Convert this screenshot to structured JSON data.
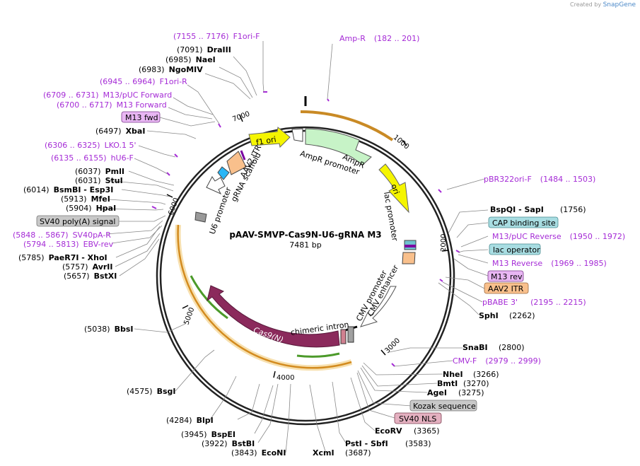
{
  "credit": {
    "prefix": "Created by",
    "brand": "SnapGene"
  },
  "plasmid": {
    "name": "pAAV-SMVP-Cas9N-U6-gRNA M3",
    "size": "7481 bp"
  },
  "ticks": [
    "1000",
    "2000",
    "3000",
    "4000",
    "5000",
    "6000",
    "7000"
  ],
  "features": {
    "f1_ori": "f1 ori",
    "ampr": "AmpR",
    "ampr_promoter": "AmpR promoter",
    "ori": "ori",
    "lac_promoter": "lac promoter",
    "aav2_itr": "AAV2 ITR",
    "grna_scaffold": "gRNA scaffold",
    "u6_promoter": "U6 promoter",
    "cmv_promoter": "CMV promoter",
    "cmv_enhancer": "CMV enhancer",
    "chimeric_intron": "chimeric intron",
    "cas9n": "Cas9(N)"
  },
  "labels": {
    "f1ori_f": {
      "range": "(7155 .. 7176)",
      "name": "F1ori-F"
    },
    "draiii": {
      "pos": "(7091)",
      "name": "DraIII"
    },
    "naei": {
      "pos": "(6985)",
      "name": "NaeI"
    },
    "ngomiv": {
      "pos": "(6983)",
      "name": "NgoMIV"
    },
    "f1ori_r": {
      "range": "(6945 .. 6964)",
      "name": "F1ori-R"
    },
    "m13puc_fwd": {
      "range": "(6709 .. 6731)",
      "name": "M13/pUC Forward"
    },
    "m13_fwd": {
      "range": "(6700 .. 6717)",
      "name": "M13 Forward"
    },
    "m13_fwd_box": "M13 fwd",
    "xbai": {
      "pos": "(6497)",
      "name": "XbaI"
    },
    "lko1": {
      "range": "(6306 .. 6325)",
      "name": "LKO.1 5'"
    },
    "hu6f": {
      "range": "(6135 .. 6155)",
      "name": "hU6-F"
    },
    "pmli": {
      "pos": "(6037)",
      "name": "PmlI"
    },
    "stui": {
      "pos": "(6031)",
      "name": "StuI"
    },
    "bsmbi": {
      "pos": "(6014)",
      "name": "BsmBI  - Esp3I"
    },
    "mfei": {
      "pos": "(5913)",
      "name": "MfeI"
    },
    "hpai": {
      "pos": "(5904)",
      "name": "HpaI"
    },
    "sv40_polya_box": "SV40 poly(A) signal",
    "sv40pa_r": {
      "range": "(5848 .. 5867)",
      "name": "SV40pA-R"
    },
    "ebv_rev": {
      "range": "(5794 .. 5813)",
      "name": "EBV-rev"
    },
    "paer7i": {
      "pos": "(5785)",
      "name": "PaeR7I  - XhoI"
    },
    "avrii": {
      "pos": "(5757)",
      "name": "AvrII"
    },
    "bstxi": {
      "pos": "(5657)",
      "name": "BstXI"
    },
    "bbsi": {
      "pos": "(5038)",
      "name": "BbsI"
    },
    "bsgi": {
      "pos": "(4575)",
      "name": "BsgI"
    },
    "blpi": {
      "pos": "(4284)",
      "name": "BlpI"
    },
    "bspei": {
      "pos": "(3945)",
      "name": "BspEI"
    },
    "bstbi": {
      "pos": "(3922)",
      "name": "BstBI"
    },
    "econi": {
      "pos": "(3843)",
      "name": "EcoNI"
    },
    "xcmi": {
      "pos": "(3687)",
      "name": "XcmI"
    },
    "psti": {
      "pos": "(3583)",
      "name": "PstI  - SbfI"
    },
    "ecorv": {
      "pos": "(3365)",
      "name": "EcoRV"
    },
    "sv40_nls_box": "SV40 NLS",
    "kozak_box": "Kozak sequence",
    "agei": {
      "pos": "(3275)",
      "name": "AgeI"
    },
    "bmti": {
      "pos": "(3270)",
      "name": "BmtI"
    },
    "nhei": {
      "pos": "(3266)",
      "name": "NheI"
    },
    "cmvf": {
      "name": "CMV-F",
      "range": "(2979 .. 2999)"
    },
    "snabi": {
      "pos": "(2800)",
      "name": "SnaBI"
    },
    "sphi": {
      "pos": "(2262)",
      "name": "SphI"
    },
    "pbabe3": {
      "name": "pBABE 3'",
      "range": "(2195 .. 2215)"
    },
    "aav2_itr_box": "AAV2 ITR",
    "m13_rev_box": "M13 rev",
    "m13_reverse": {
      "name": "M13 Reverse",
      "range": "(1969 .. 1985)"
    },
    "lac_operator_box": "lac operator",
    "m13puc_reverse": {
      "name": "M13/pUC Reverse",
      "range": "(1950 .. 1972)"
    },
    "cap_box": "CAP binding site",
    "bspqi": {
      "pos": "(1756)",
      "name": "BspQI  - SapI"
    },
    "pbr322": {
      "name": "pBR322ori-F",
      "range": "(1484 .. 1503)"
    },
    "ampr": {
      "name": "Amp-R",
      "range": "(182 .. 201)"
    }
  }
}
